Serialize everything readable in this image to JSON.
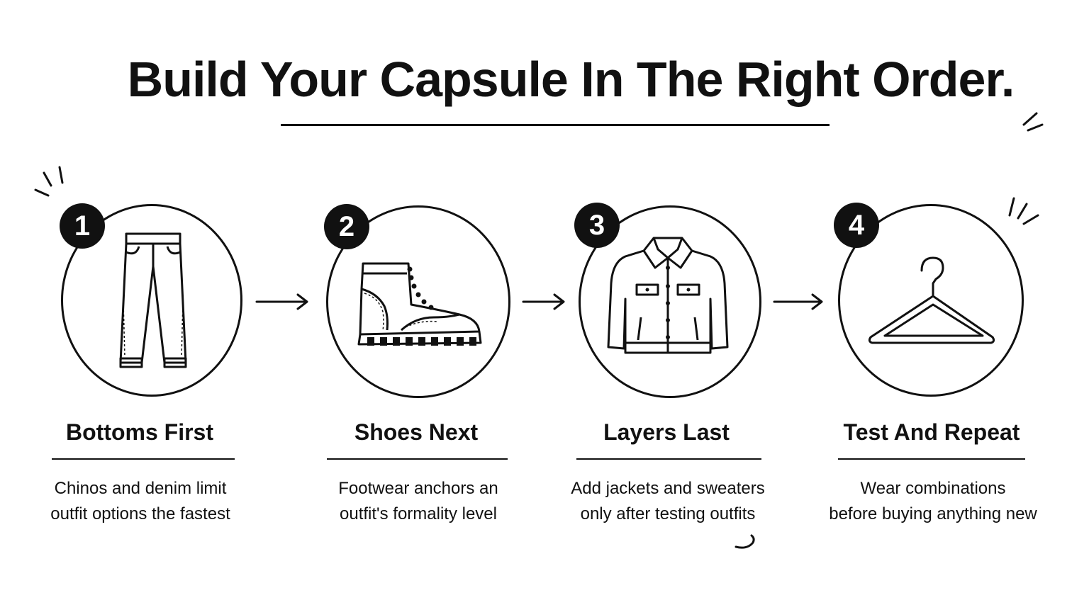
{
  "title": "Build Your Capsule In The Right Order.",
  "steps": [
    {
      "number": "1",
      "icon": "pants-icon",
      "title": "Bottoms First",
      "description_lines": [
        "Chinos and denim limit",
        "outfit options the fastest"
      ]
    },
    {
      "number": "2",
      "icon": "boot-icon",
      "title": "Shoes Next",
      "description_lines": [
        "Footwear anchors an",
        "outfit's formality level"
      ]
    },
    {
      "number": "3",
      "icon": "jacket-icon",
      "title": "Layers Last",
      "description_lines": [
        "Add jackets and sweaters",
        "only after testing outfits"
      ]
    },
    {
      "number": "4",
      "icon": "hanger-icon",
      "title": "Test And Repeat",
      "description_lines": [
        "Wear combinations",
        "before buying anything new"
      ]
    }
  ],
  "colors": {
    "ink": "#111111",
    "background": "#ffffff"
  }
}
